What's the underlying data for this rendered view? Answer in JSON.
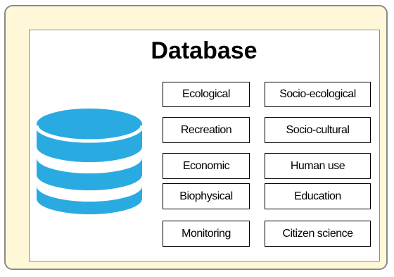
{
  "title": "Database",
  "icon": "database-icon",
  "colors": {
    "panel_bg": "#fff8d8",
    "icon_fill": "#29abe2",
    "border": "#8a8a8a"
  },
  "categories": {
    "left": [
      "Ecological",
      "Recreation",
      "Economic",
      "Biophysical",
      "Monitoring"
    ],
    "right": [
      "Socio-ecological",
      "Socio-cultural",
      "Human use",
      "Education",
      "Citizen science"
    ]
  }
}
